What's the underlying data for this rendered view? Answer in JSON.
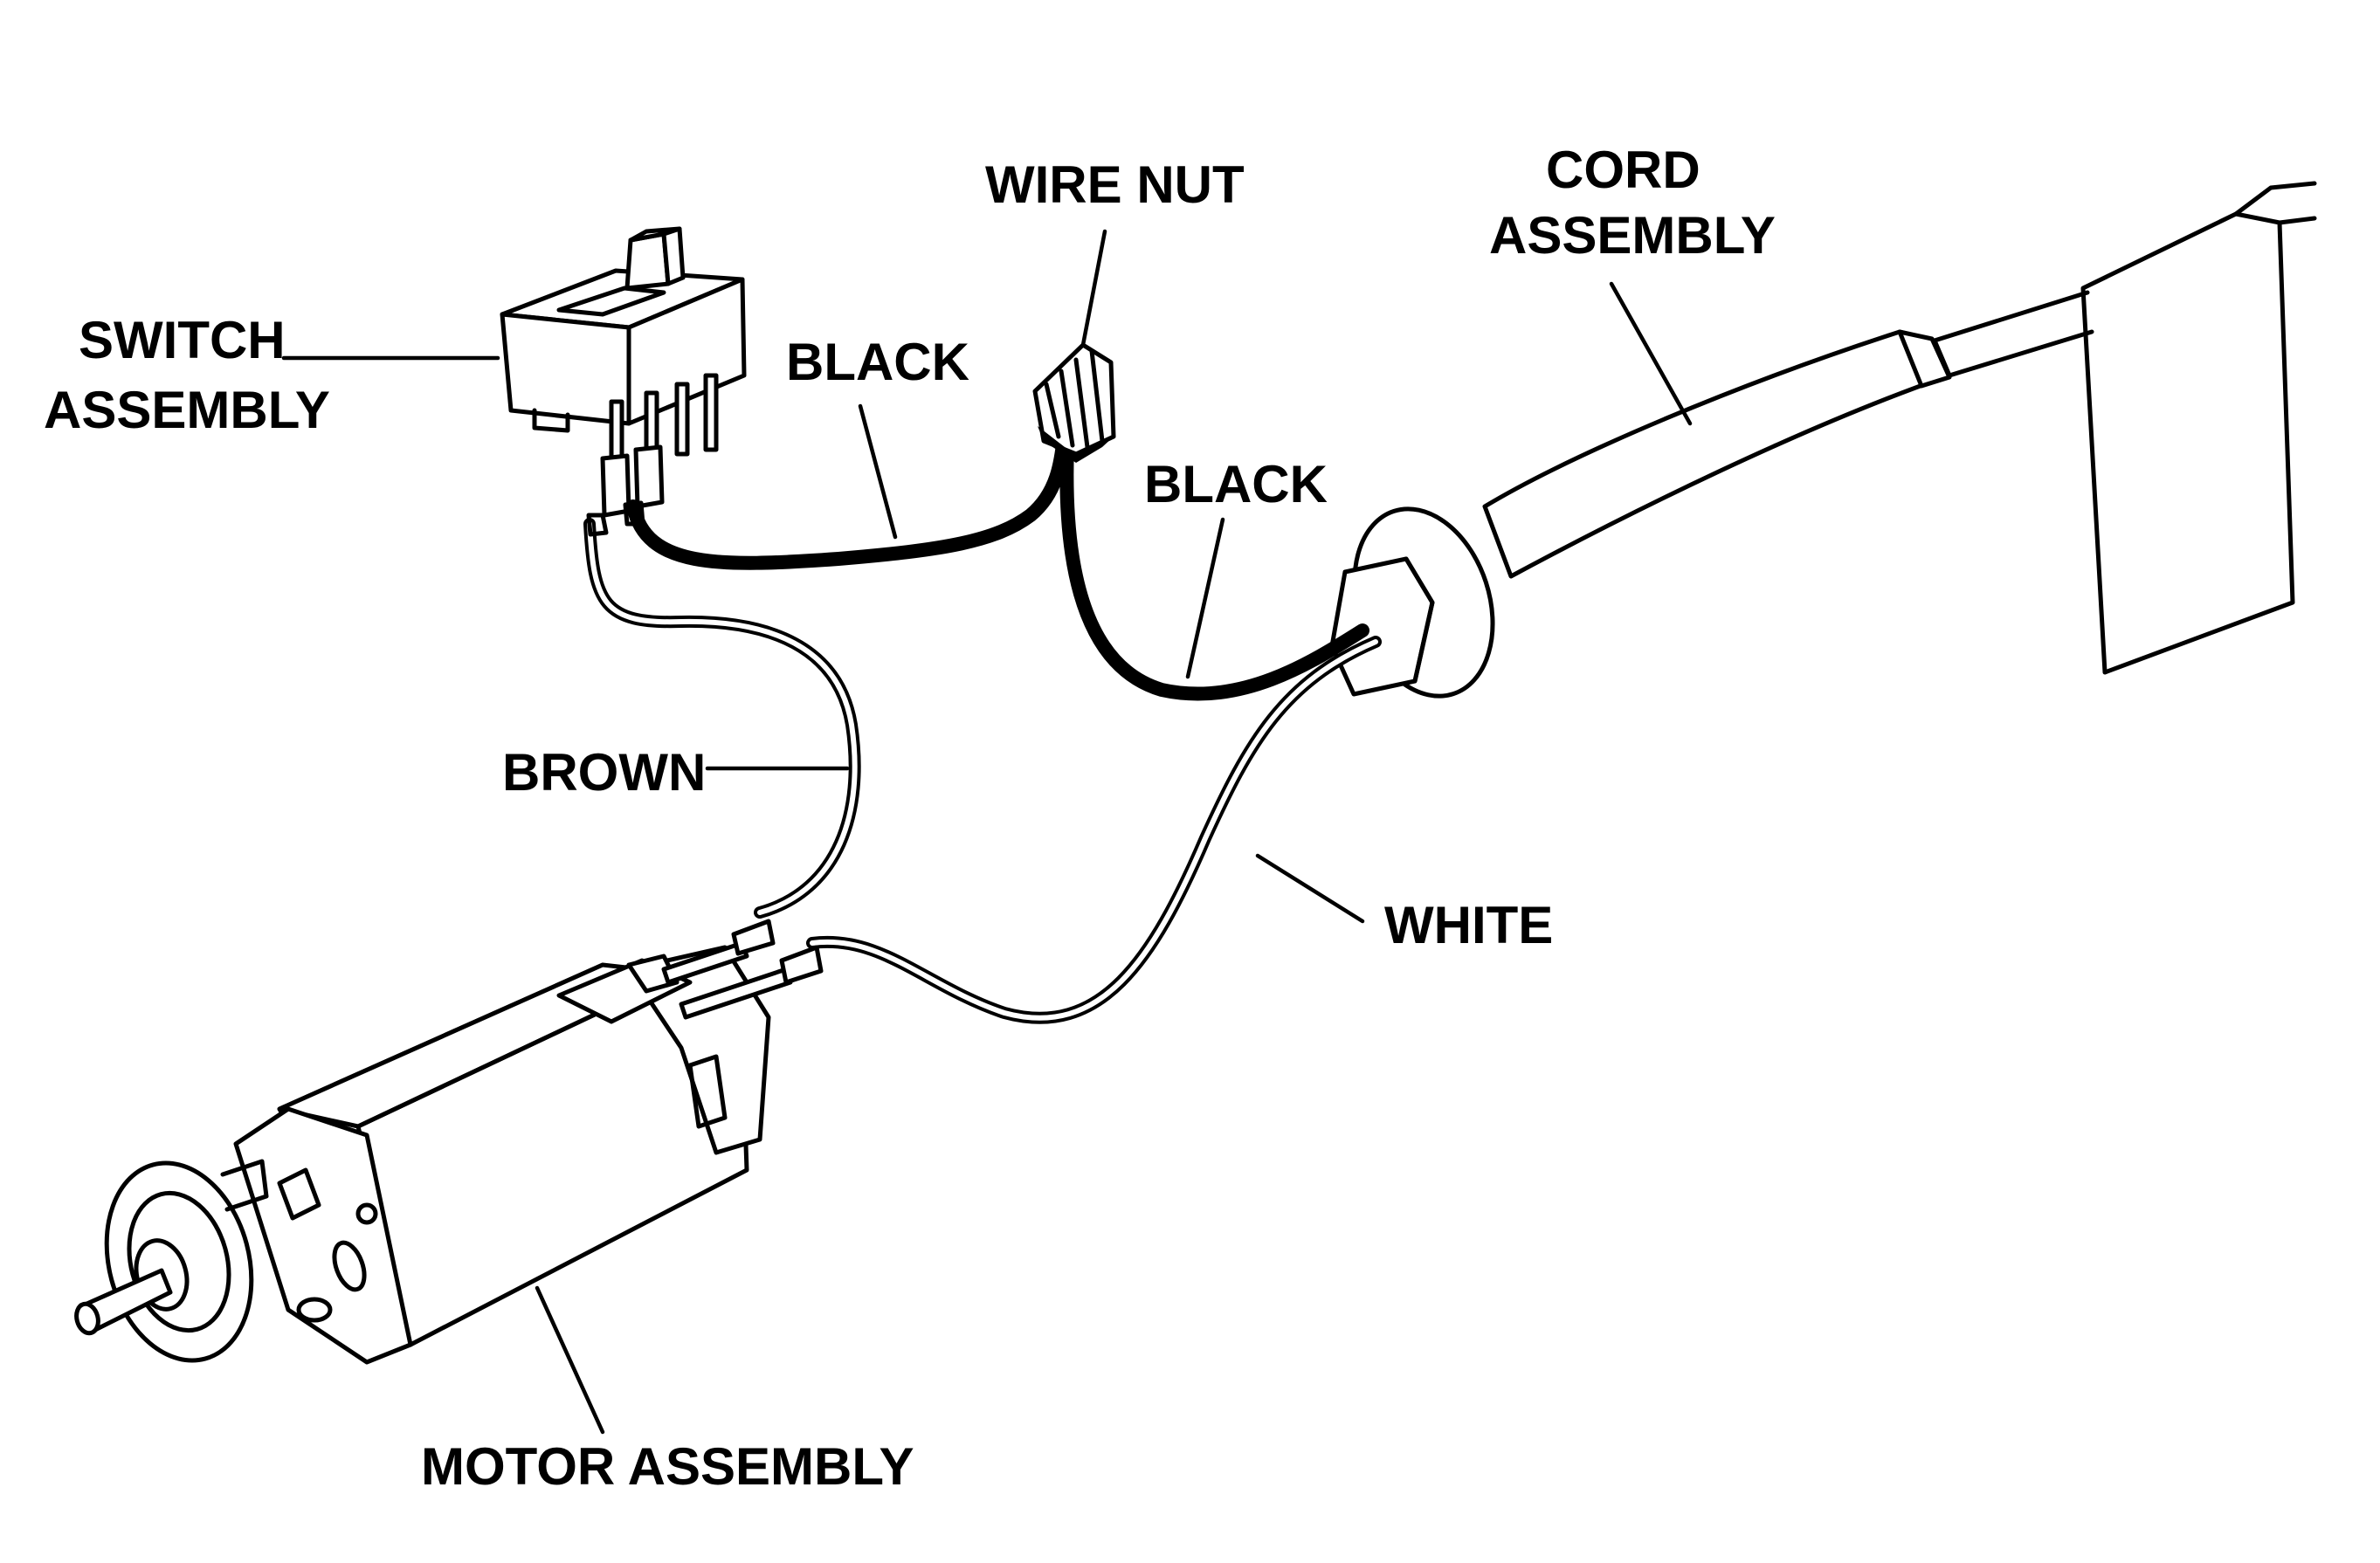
{
  "labels": {
    "switch": [
      "SWITCH",
      "ASSEMBLY"
    ],
    "wire_nut": "WIRE NUT",
    "cord": [
      "CORD",
      "ASSEMBLY"
    ],
    "black_1": "BLACK",
    "black_2": "BLACK",
    "brown": "BROWN",
    "white": "WHITE",
    "motor": "MOTOR ASSEMBLY"
  },
  "wire_colors": {
    "black": "#000000",
    "brown_white_outline": "#000000"
  }
}
